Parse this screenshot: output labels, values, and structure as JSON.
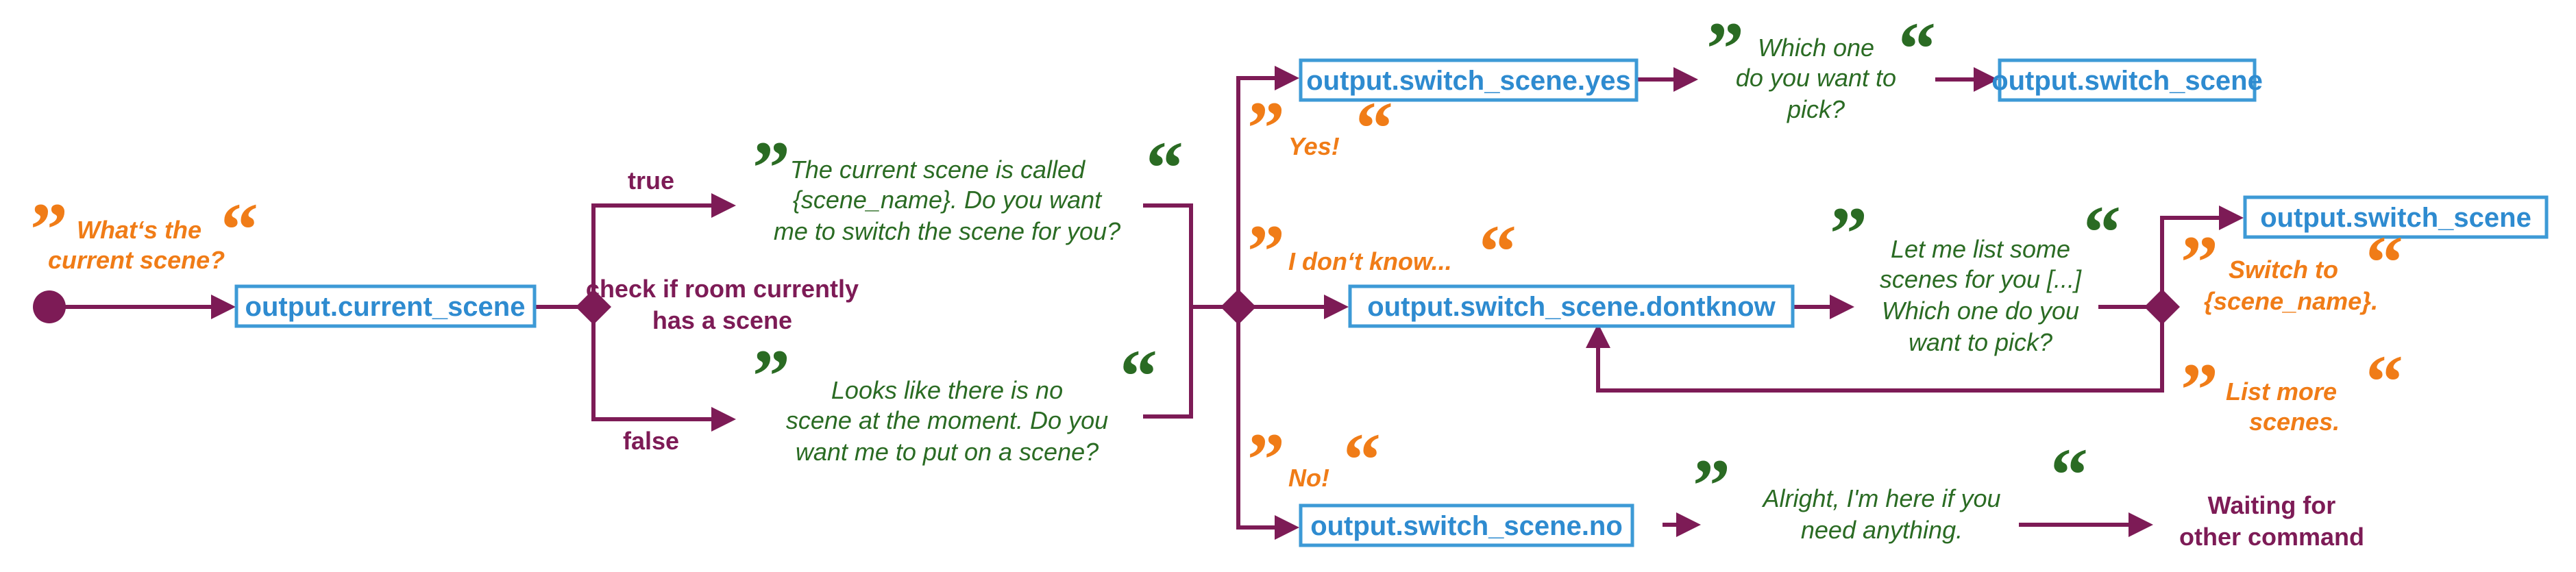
{
  "nodes": {
    "current_scene": "output.current_scene",
    "yes": "output.switch_scene.yes",
    "switch_top": "output.switch_scene",
    "dontknow": "output.switch_scene.dontknow",
    "switch_right": "output.switch_scene",
    "no": "output.switch_scene.no"
  },
  "decision": {
    "line1": "check if room currently",
    "line2": "has a scene"
  },
  "branch_labels": {
    "true": "true",
    "false": "false"
  },
  "user_utterances": {
    "whats_current": [
      "What‘s the",
      "current scene?"
    ],
    "yes": [
      "Yes!"
    ],
    "dont_know": [
      "I don‘t know..."
    ],
    "no": [
      "No!"
    ],
    "switch_to": [
      "Switch to",
      "{scene_name}."
    ],
    "list_more": [
      "List more",
      "scenes."
    ]
  },
  "bot_utterances": {
    "current_called": [
      "The current scene is called",
      "{scene_name}. Do you want",
      "me to switch the scene for you?"
    ],
    "no_scene": [
      "Looks like there is no",
      "scene at the moment. Do you",
      "want me to put on a scene?"
    ],
    "which_one": [
      "Which one",
      "do you want to",
      "pick?"
    ],
    "list_some": [
      "Let me list some",
      "scenes for you [...]",
      "Which one do you",
      "want to pick?"
    ],
    "alright": [
      "Alright, I'm here if you",
      "need anything."
    ]
  },
  "end_state": [
    "Waiting for",
    "other command"
  ],
  "colors": {
    "edge": "#7d1b56",
    "node_border": "#3d9ad6",
    "node_text": "#2e8bd0",
    "user": "#f07c17",
    "bot": "#2a6b23"
  }
}
